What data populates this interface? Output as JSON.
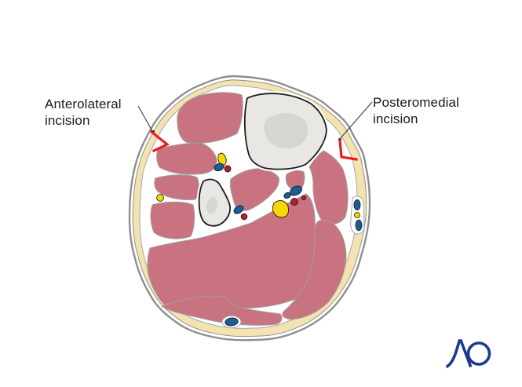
{
  "labels": {
    "anterolateral": "Anterolateral incision",
    "posteromedial": "Posteromedial incision"
  },
  "logo": {
    "text": "AO"
  },
  "colors": {
    "background": "#ffffff",
    "muscle": "#c97380",
    "fat": "#f2e3b0",
    "bone": "#e9e7e4",
    "bone-inner": "#d7d5d2",
    "skin-line": "#8f8f8f",
    "fascia-line": "#a8a8a8",
    "vein": "#1e5c94",
    "artery": "#b51f2a",
    "nerve": "#f9d705",
    "incision": "#ed1c24",
    "leader": "#3c3c3c",
    "text": "#1a1a1a",
    "logo-blue": "#1d3a93"
  }
}
